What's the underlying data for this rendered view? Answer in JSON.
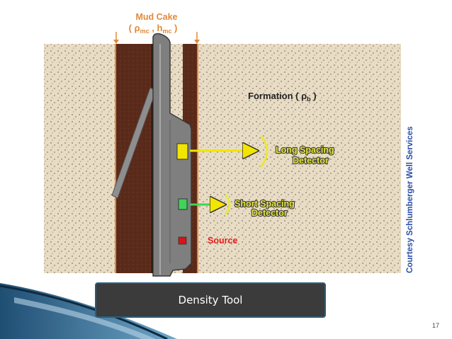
{
  "labels": {
    "mud_cake_title": "Mud Cake",
    "mud_cake_open": "( ",
    "rho": "ρ",
    "mc_sub_1": "mc",
    "comma": " , ",
    "h": "h",
    "mc_sub_2": "mc",
    "mud_cake_close": " )",
    "formation_prefix": "Formation ( ",
    "formation_rho": "ρ",
    "formation_sub": "b",
    "formation_suffix": " )",
    "long_spacing_1": "Long Spacing",
    "long_spacing_2": "Detector",
    "short_spacing_1": "Short Spacing",
    "short_spacing_2": "Detector",
    "source": "Source",
    "courtesy": "Courtesy Schlumberger Well Services"
  },
  "caption": "Density Tool",
  "page_number": "17",
  "colors": {
    "formation": "#e9dcc5",
    "mud_cake": "#5a2a1a",
    "tool": "#7f7f7f",
    "long_detector": "#f2e600",
    "short_detector": "#3fd35a",
    "source": "#d81414",
    "label_fill": "#e8e840",
    "source_label": "#e41e1e",
    "courtesy": "#2b4fa6",
    "caption_bg": "#3b3b3b"
  }
}
